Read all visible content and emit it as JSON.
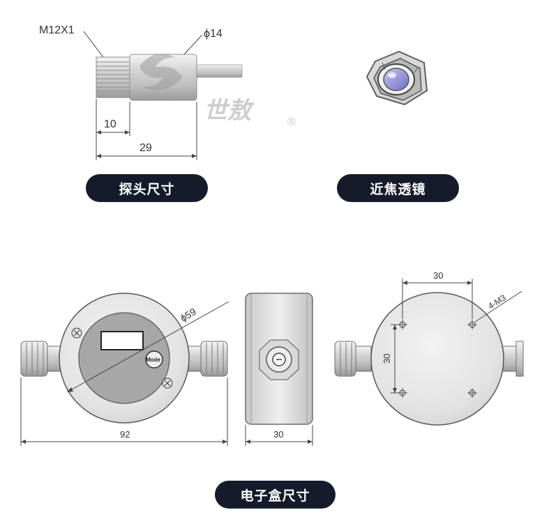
{
  "probe": {
    "thread_label": "M12X1",
    "diameter_label": "ϕ14",
    "inner_length": "10",
    "total_length": "29",
    "caption": "探头尺寸"
  },
  "lens": {
    "caption": "近焦透镜"
  },
  "box": {
    "diameter_label": "ϕ59",
    "mode_label": "Mode",
    "width_label": "92",
    "depth_label": "30",
    "hole_spacing_x": "30",
    "hole_spacing_y": "30",
    "holes_label": "4-M3",
    "caption": "电子盒尺寸"
  },
  "watermark": {
    "text": "世敖",
    "mark": "®"
  }
}
